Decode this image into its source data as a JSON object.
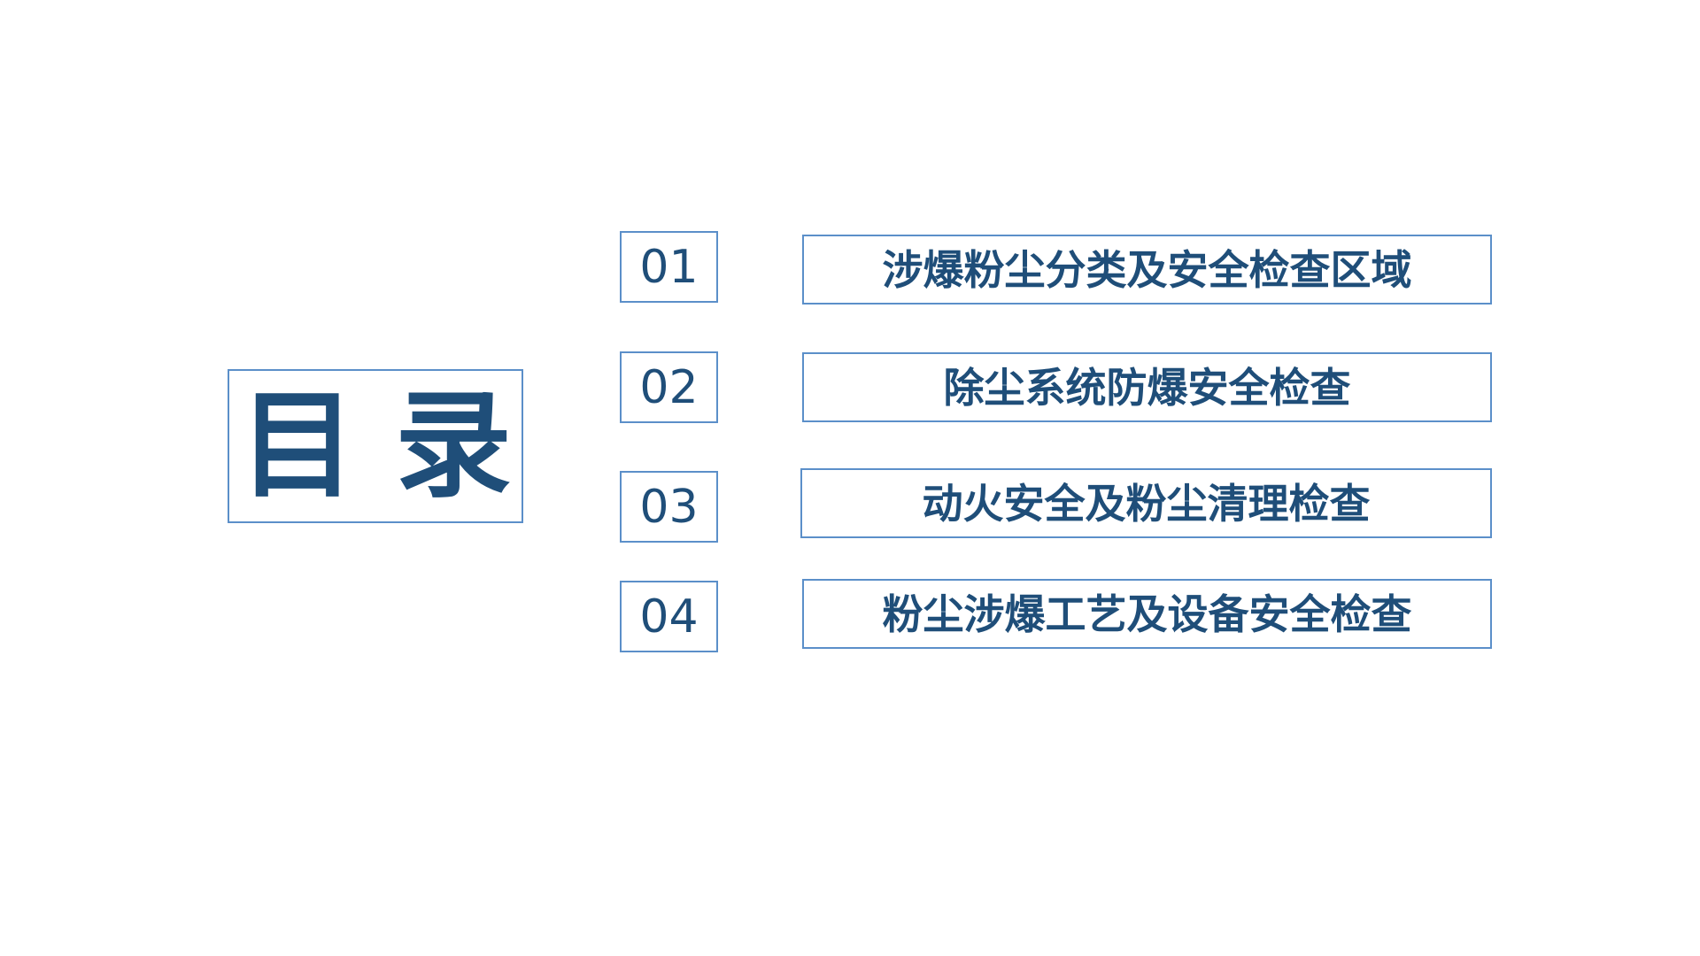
{
  "title": "目录",
  "colors": {
    "text": "#1f4e79",
    "border": "#5b8fc9",
    "background": "#ffffff"
  },
  "items": [
    {
      "number": "01",
      "label": "涉爆粉尘分类及安全检查区域"
    },
    {
      "number": "02",
      "label": "除尘系统防爆安全检查"
    },
    {
      "number": "03",
      "label": "动火安全及粉尘清理检查"
    },
    {
      "number": "04",
      "label": "粉尘涉爆工艺及设备安全检查"
    }
  ]
}
